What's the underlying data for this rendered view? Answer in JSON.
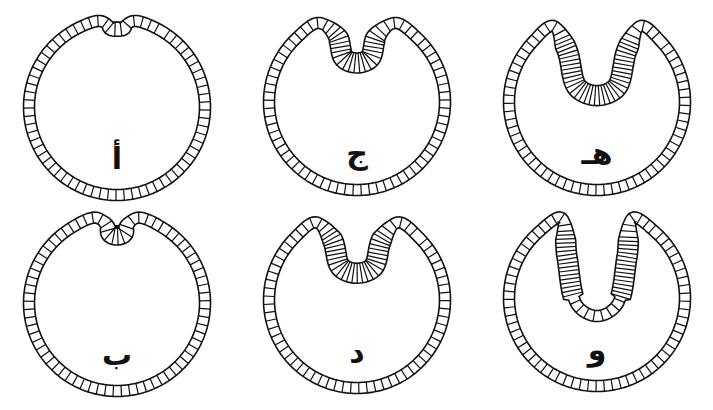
{
  "diagram": {
    "nodes": [
      {
        "text": [
          "أ"
        ]
      },
      {
        "text": [
          "ب"
        ]
      },
      {
        "text": [
          "ج"
        ]
      },
      {
        "text": [
          "د"
        ]
      },
      {
        "text": [
          "هـ"
        ]
      },
      {
        "text": [
          "و"
        ]
      }
    ]
  }
}
